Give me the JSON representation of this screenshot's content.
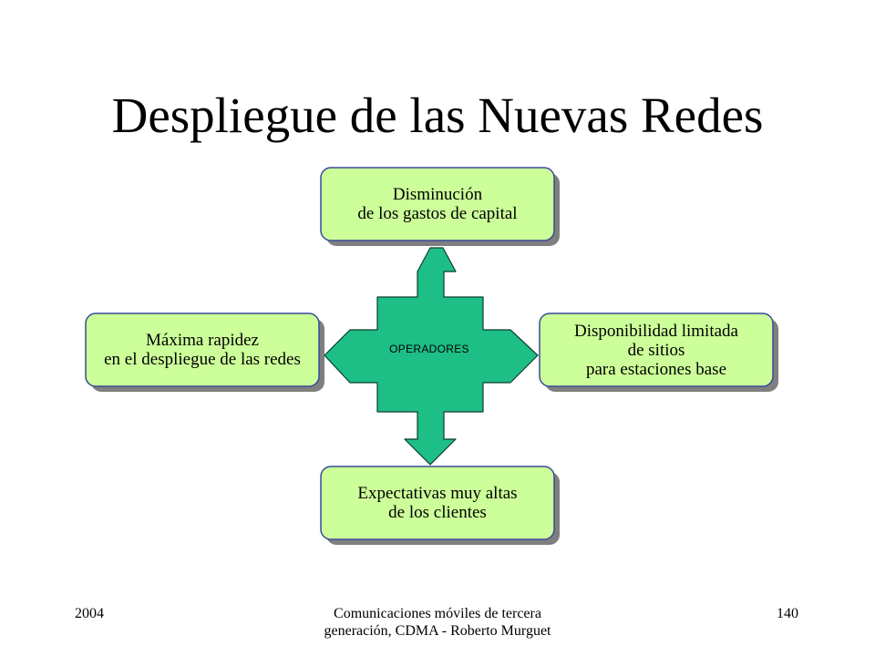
{
  "slide": {
    "title": "Despliegue de las Nuevas Redes",
    "center_label": "OPERADORES",
    "boxes": {
      "top": [
        "Disminución",
        "de los gastos de capital"
      ],
      "left": [
        "Máxima rapidez",
        "en el despliegue de las redes"
      ],
      "right": [
        "Disponibilidad limitada",
        "de sitios",
        "para estaciones base"
      ],
      "bottom": [
        "Expectativas muy altas",
        "de los clientes"
      ]
    },
    "colors": {
      "box_fill": "#ccff99",
      "box_border": "#3a4a9a",
      "box_shadow": "#7f7f7f",
      "arrow_fill": "#1ebf86",
      "arrow_stroke": "#0d3d2c"
    },
    "footer": {
      "year": "2004",
      "course": "Comunicaciones móviles de tercera generación, CDMA - Roberto Murguet",
      "page": "140"
    }
  }
}
